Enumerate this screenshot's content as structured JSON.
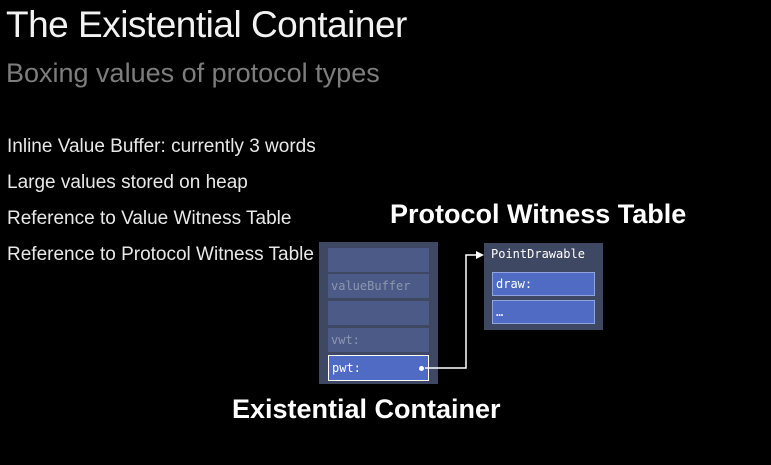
{
  "slide": {
    "title": "The Existential Container",
    "subtitle": "Boxing values of protocol types",
    "bullets": [
      "Inline Value Buffer: currently 3 words",
      "Large values stored on heap",
      "Reference to Value Witness Table",
      "Reference to Protocol Witness Table"
    ]
  },
  "diagram": {
    "pwt_heading": "Protocol Witness Table",
    "container_heading": "Existential Container",
    "container_cells": {
      "value_buffer": "valueBuffer",
      "vwt": "vwt:",
      "pwt": "pwt:"
    },
    "table": {
      "title": "PointDrawable",
      "entries": [
        "draw:",
        "…"
      ]
    }
  },
  "colors": {
    "background": "#000000",
    "box": "#3f4863",
    "cell": "#4b5a86",
    "highlight": "#506bc4"
  }
}
